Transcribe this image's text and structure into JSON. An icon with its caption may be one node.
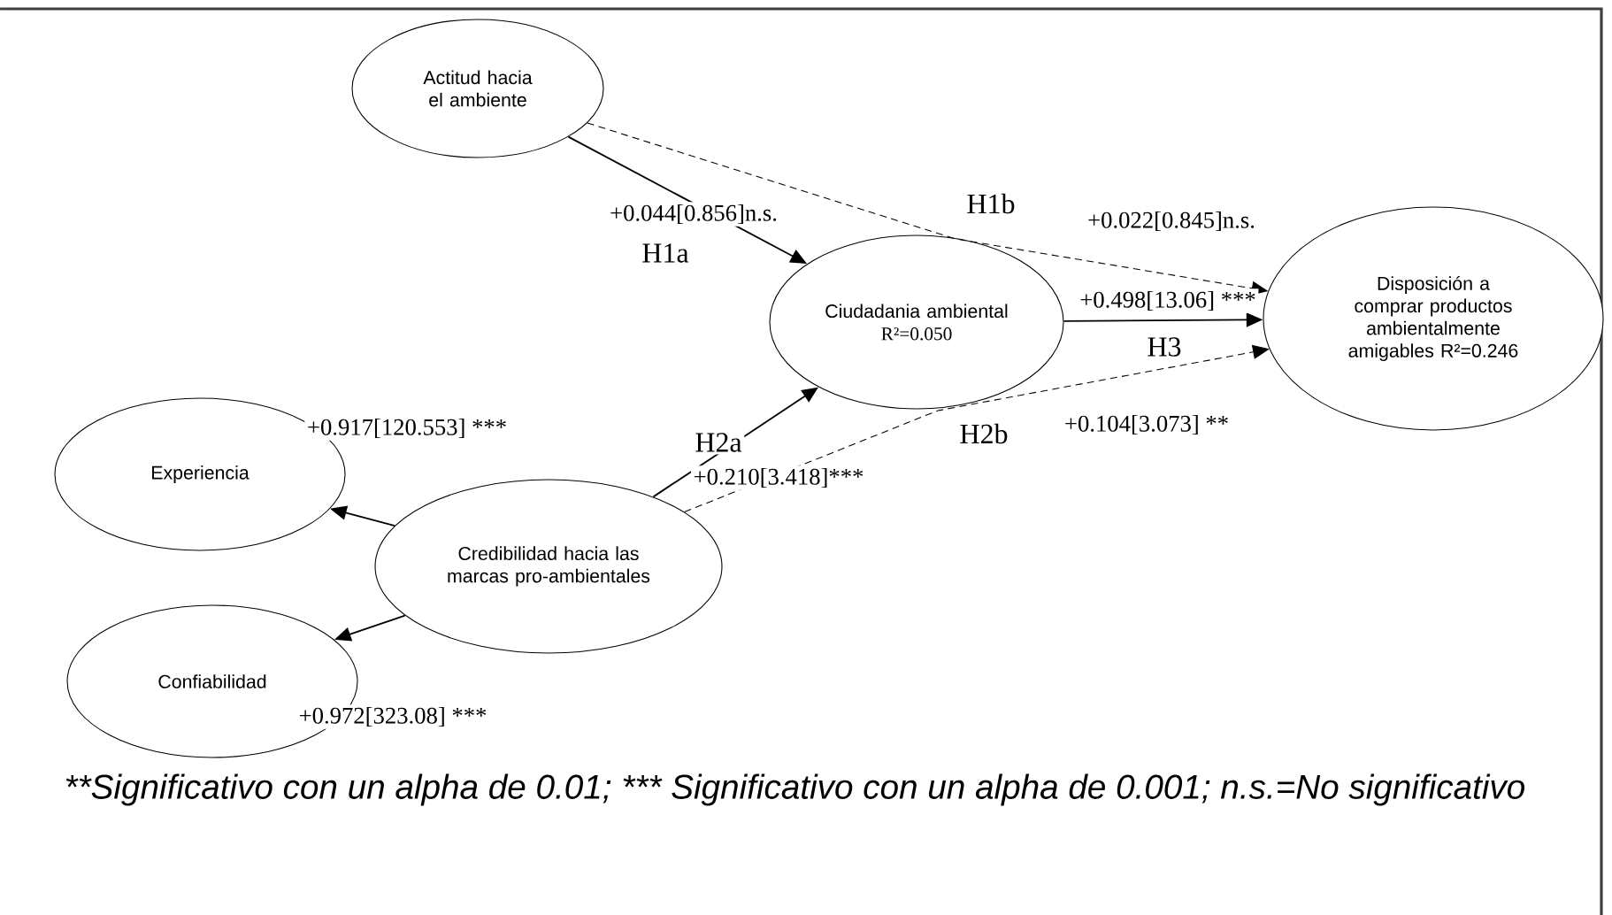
{
  "diagram": {
    "nodes": [
      {
        "text": [
          "Actitud hacia el ambiente"
        ]
      },
      {
        "text": [
          "Ciudadania ambiental",
          "R²=0.050"
        ]
      },
      {
        "text": [
          "Disposición a comprar productos ambientalmente amigables R²=0.246"
        ]
      },
      {
        "text": [
          "Experiencia"
        ]
      },
      {
        "text": [
          "Credibilidad hacia las marcas pro-ambientales"
        ]
      },
      {
        "text": [
          "Confiabilidad"
        ]
      }
    ],
    "edges": [
      {
        "from": 0,
        "to": 1,
        "arrow": "to",
        "label": "+0.044[0.856]n.s."
      },
      {
        "from": 0,
        "to": 2,
        "arrow": "to",
        "style": "dashed",
        "label": "+0.022[0.845]n.s."
      },
      {
        "from": 1,
        "to": 2,
        "arrow": "to",
        "label": "+0.498[13.06] ***"
      },
      {
        "from": 4,
        "to": 2,
        "arrow": "to",
        "style": "dashed",
        "label": "+0.104[3.073] **"
      },
      {
        "from": 4,
        "to": 1,
        "arrow": "to",
        "label": "+0.210[3.418]***"
      },
      {
        "from": 4,
        "to": 3,
        "arrow": "to",
        "label": "+0.917[120.553] ***"
      },
      {
        "from": 4,
        "to": 5,
        "arrow": "to",
        "label": "+0.972[323.08] ***"
      }
    ],
    "labels": [
      "H1b",
      "H1a",
      "H3",
      "H2a",
      "H2b",
      "**Significativo con un alpha de 0.01;",
      "*** Significativo con un alpha de 0.001; n.s.=No significativo"
    ]
  }
}
